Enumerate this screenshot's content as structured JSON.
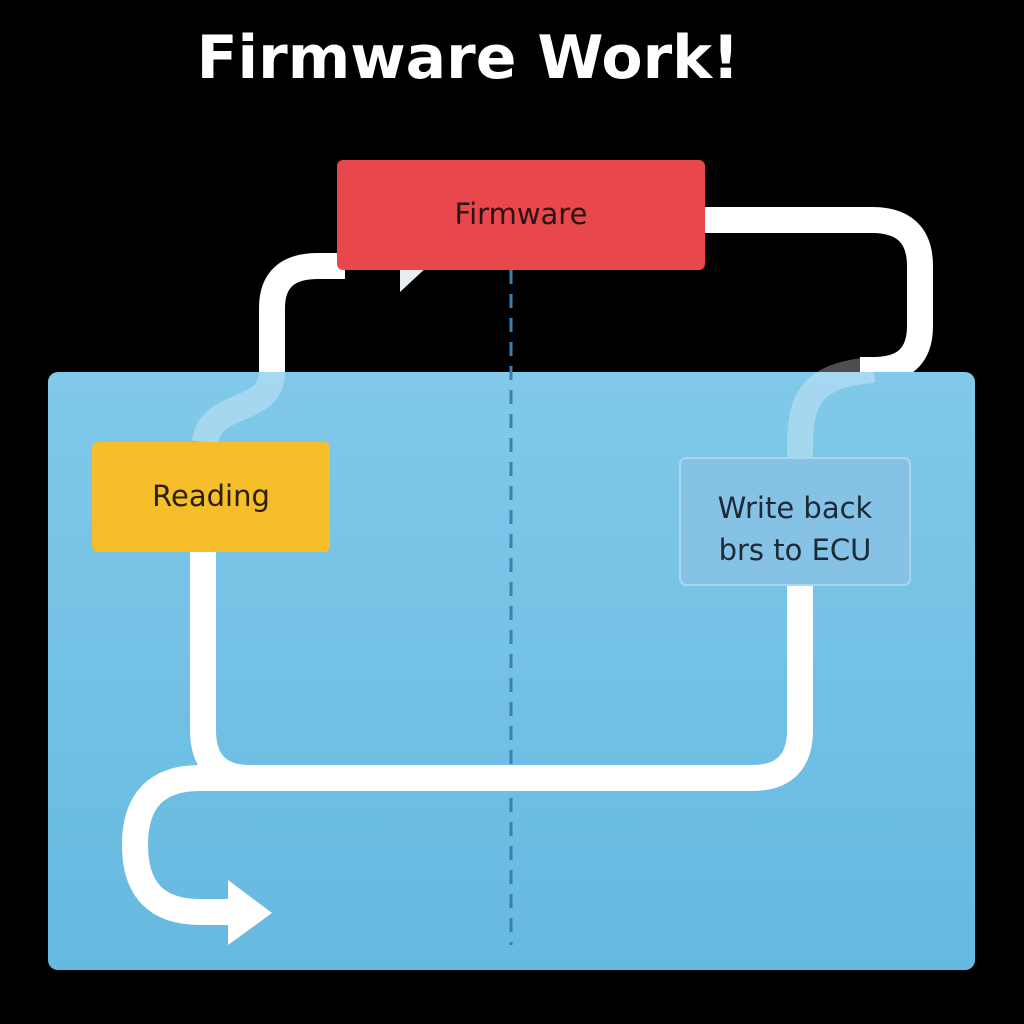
{
  "title": "Firmware Work!",
  "nodes": {
    "firmware": {
      "label": "Firmware",
      "color": "#e8474c"
    },
    "reading": {
      "label": "Reading",
      "color": "#f5be2a"
    },
    "write_back": {
      "line1": "Write back",
      "line2": "brs to ECU",
      "color": "#86c1e6"
    }
  },
  "colors": {
    "background": "#000000",
    "panel": "#6bbde3",
    "divider": "#3f7fae",
    "arrow": "#ffffff",
    "text": "#1a1a1a"
  }
}
